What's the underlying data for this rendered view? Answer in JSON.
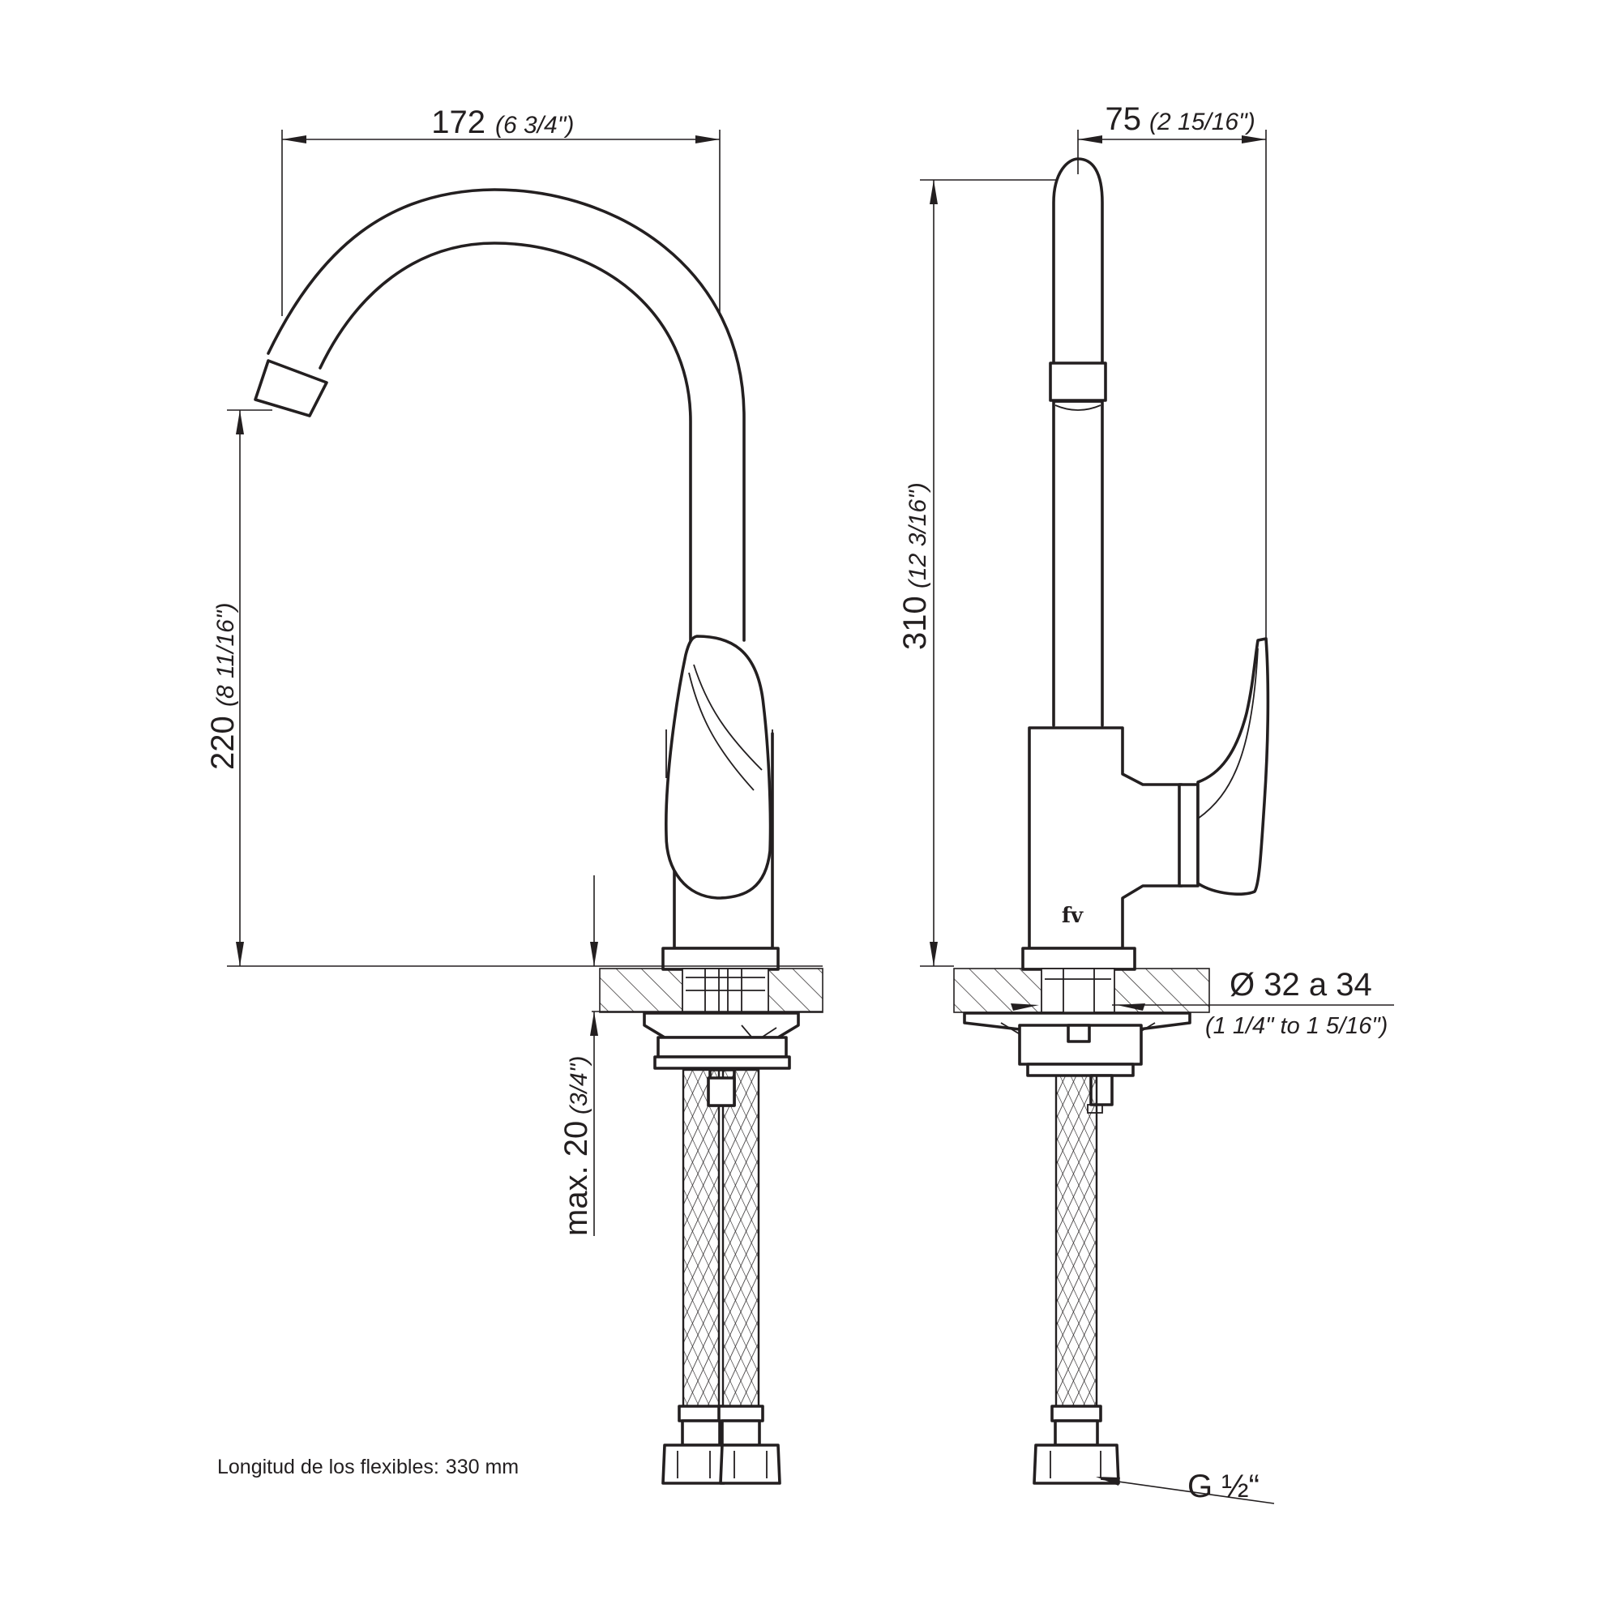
{
  "dimensions": {
    "spout_reach": {
      "value": "172",
      "imperial": "(6 3/4\")"
    },
    "spout_height": {
      "value": "220",
      "imperial": "(8 11/16\")"
    },
    "total_height": {
      "value": "310",
      "imperial": "(12 3/16\")"
    },
    "depth": {
      "value": "75",
      "imperial": "(2 15/16\")"
    },
    "max_counter": {
      "value": "max. 20",
      "imperial": "(3/4\")"
    },
    "hole_diameter": {
      "value": "Ø 32 a 34",
      "imperial": "(1 1/4\" to 1 5/16\")"
    },
    "connection": {
      "value": "G ½“"
    }
  },
  "note": {
    "label": "Longitud de los flexibles:",
    "value": "330 mm"
  },
  "logo": {
    "text": "fv"
  }
}
